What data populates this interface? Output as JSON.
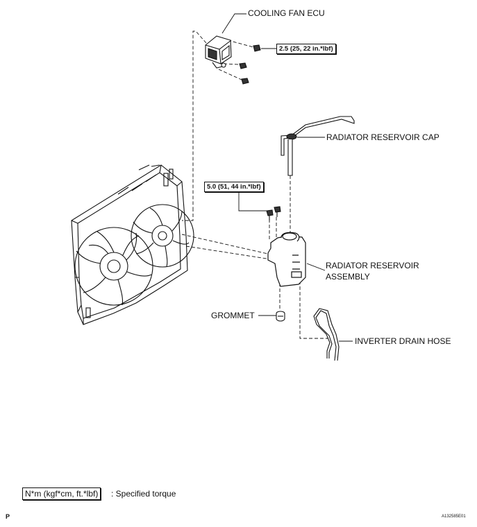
{
  "labels": {
    "cooling_fan_ecu": "COOLING FAN ECU",
    "radiator_reservoir_cap": "RADIATOR RESERVOIR CAP",
    "radiator_reservoir_assembly_line1": "RADIATOR RESERVOIR",
    "radiator_reservoir_assembly_line2": "ASSEMBLY",
    "grommet": "GROMMET",
    "inverter_drain_hose": "INVERTER DRAIN HOSE"
  },
  "torques": {
    "ecu_bolt": "2.5 (25, 22 in.*lbf)",
    "reservoir_bolt": "5.0 (51, 44 in.*lbf)"
  },
  "legend": {
    "box": "N*m (kgf*cm, ft.*lbf)",
    "text": ": Specified torque"
  },
  "corner": {
    "left": "P",
    "right": "A132585E01"
  }
}
